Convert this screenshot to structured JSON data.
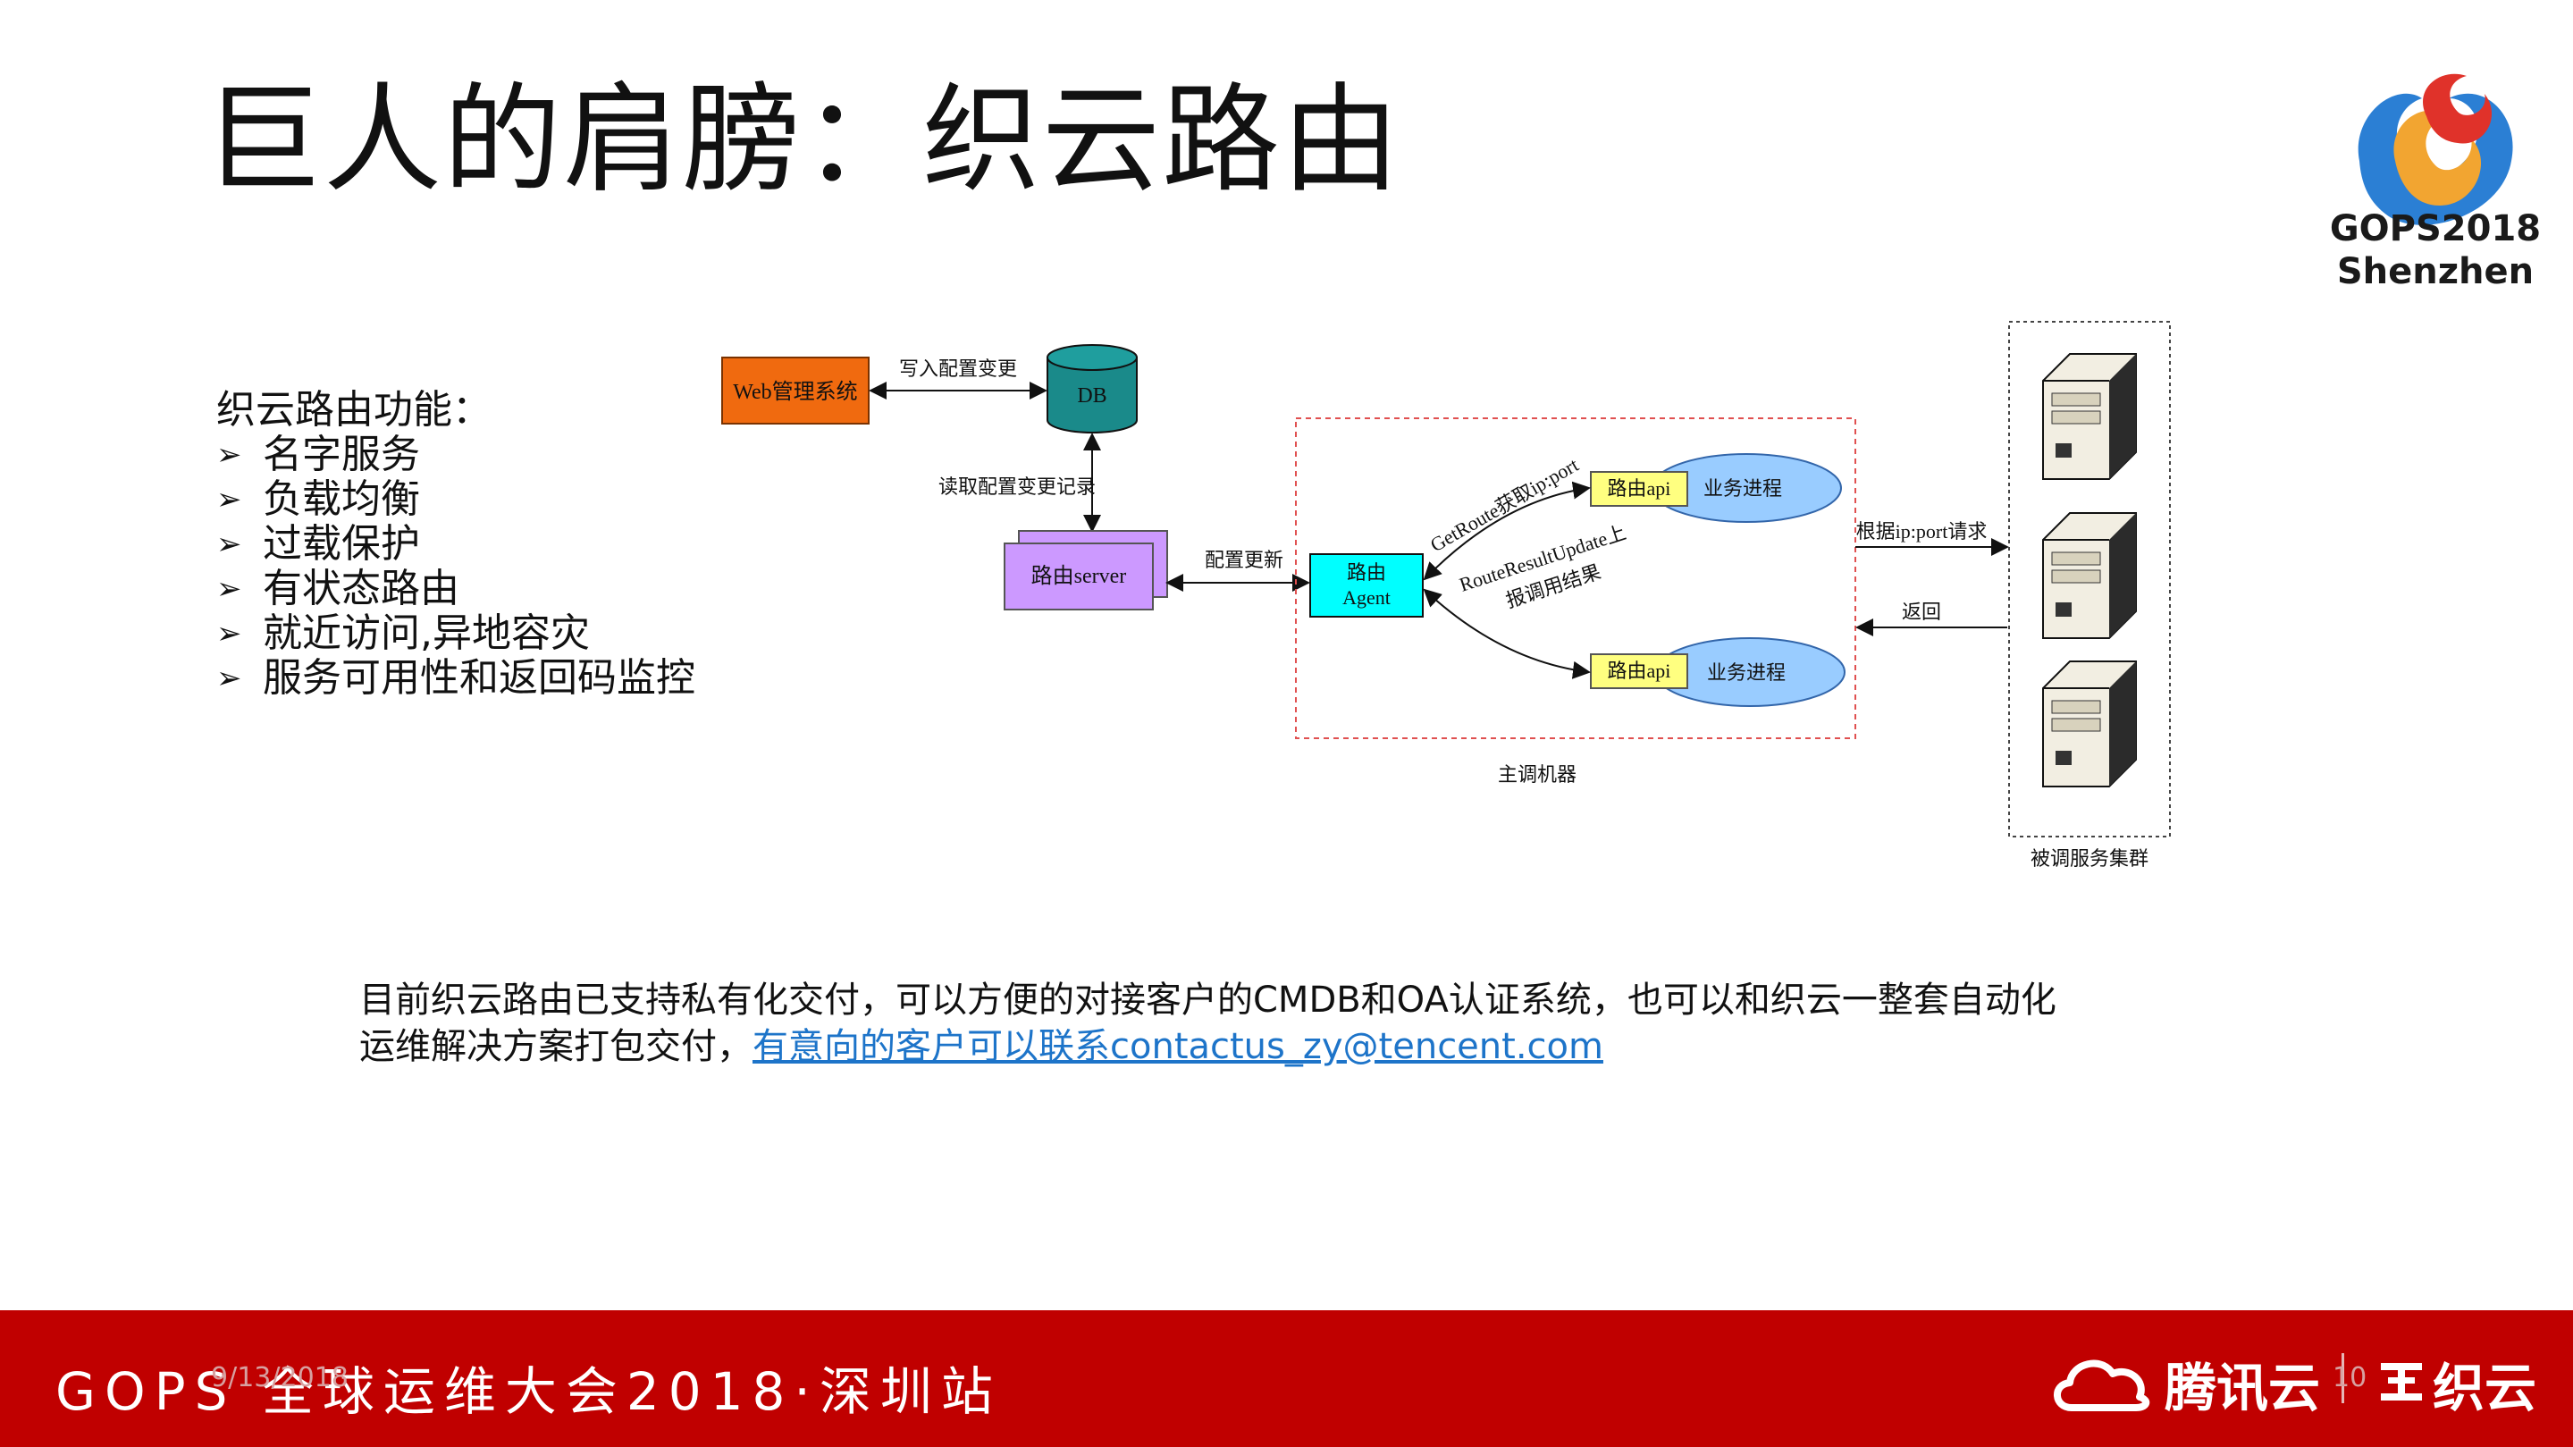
{
  "title": "巨人的肩膀：织云路由",
  "logo": {
    "line1": "GOPS2018",
    "line2": "Shenzhen"
  },
  "features": {
    "heading": "织云路由功能：",
    "items": [
      "名字服务",
      "负载均衡",
      "过载保护",
      "有状态路由",
      "就近访问,异地容灾",
      "服务可用性和返回码监控"
    ]
  },
  "diagram": {
    "web_box": "Web管理系统",
    "db": "DB",
    "write_config": "写入配置变更",
    "read_config": "读取配置变更记录",
    "server_box": "路由server",
    "config_update": "配置更新",
    "agent_line1": "路由",
    "agent_line2": "Agent",
    "get_route": "GetRoute获取ip:port",
    "route_result_line1": "RouteResultUpdate上",
    "route_result_line2": "报调用结果",
    "api_label": "路由api",
    "process_label": "业务进程",
    "main_machine": "主调机器",
    "request_label": "根据ip:port请求",
    "return_label": "返回",
    "cluster_label": "被调服务集群"
  },
  "paragraph": {
    "text": "目前织云路由已支持私有化交付，可以方便的对接客户的CMDB和OA认证系统，也可以和织云一整套自动化运维解决方案打包交付，",
    "link": "有意向的客户可以联系contactus_zy@tencent.com"
  },
  "footer": {
    "title": "GOPS 全球运维大会2018·深圳站",
    "date": "9/13/2018",
    "page": "10",
    "brand_tencent": "腾讯云",
    "brand_zhiyun": "织云"
  },
  "colors": {
    "footer_bg": "#c00000",
    "web_box": "#f06a0f",
    "db": "#1a8a8a",
    "server_box": "#cc99ff",
    "agent_box": "#00ffff",
    "api_box": "#ffff80",
    "process_ellipse": "#99ccff",
    "link": "#1d74c9"
  }
}
